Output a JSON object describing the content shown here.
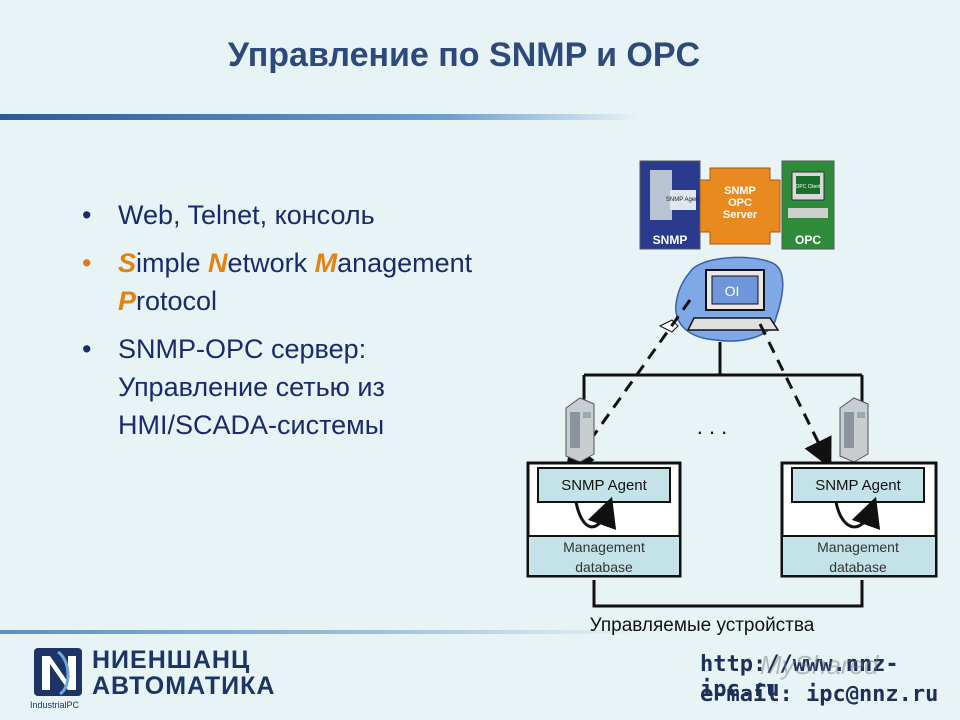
{
  "title": "Управление по SNMP и OPC",
  "bullets": {
    "b1": "Web, Telnet, консоль",
    "b2": {
      "s": "S",
      "s_rest": "imple ",
      "n": "N",
      "n_rest": "etwork ",
      "m": "M",
      "m_rest": "anagement",
      "p": "P",
      "p_rest": "rotocol"
    },
    "b3_line1": "SNMP-OPC сервер:",
    "b3_line2": "Управление сетью из",
    "b3_line3": "HMI/SCADA-системы"
  },
  "diagram": {
    "logo_snmp_agent": "SNMP Agent",
    "logo_snmp": "SNMP",
    "logo_server_l1": "SNMP",
    "logo_server_l2": "OPC",
    "logo_server_l3": "Server",
    "logo_opc_client": "OPC Client",
    "logo_opc": "OPC",
    "oi_label": "OI",
    "ellipsis": ". . .",
    "agent_left": "SNMP Agent",
    "agent_right": "SNMP Agent",
    "db_left_l1": "Management",
    "db_left_l2": "database",
    "db_right_l1": "Management",
    "db_right_l2": "database",
    "managed_devices": "Управляемые устройства"
  },
  "footer": {
    "logo_line1": "НИЕНШАНЦ",
    "logo_line2": "АВТОМАТИКА",
    "logo_small": "IndustrialPC",
    "url": "http://www.nnz-ipc.ru",
    "email": "e-mail: ipc@nnz.ru",
    "watermark": "MyShared"
  },
  "colors": {
    "title": "#2e4a7d",
    "text": "#1a2a6c",
    "accent": "#e3830f",
    "divider": "#2a5a9a",
    "box_fill": "#c4e3e8"
  }
}
